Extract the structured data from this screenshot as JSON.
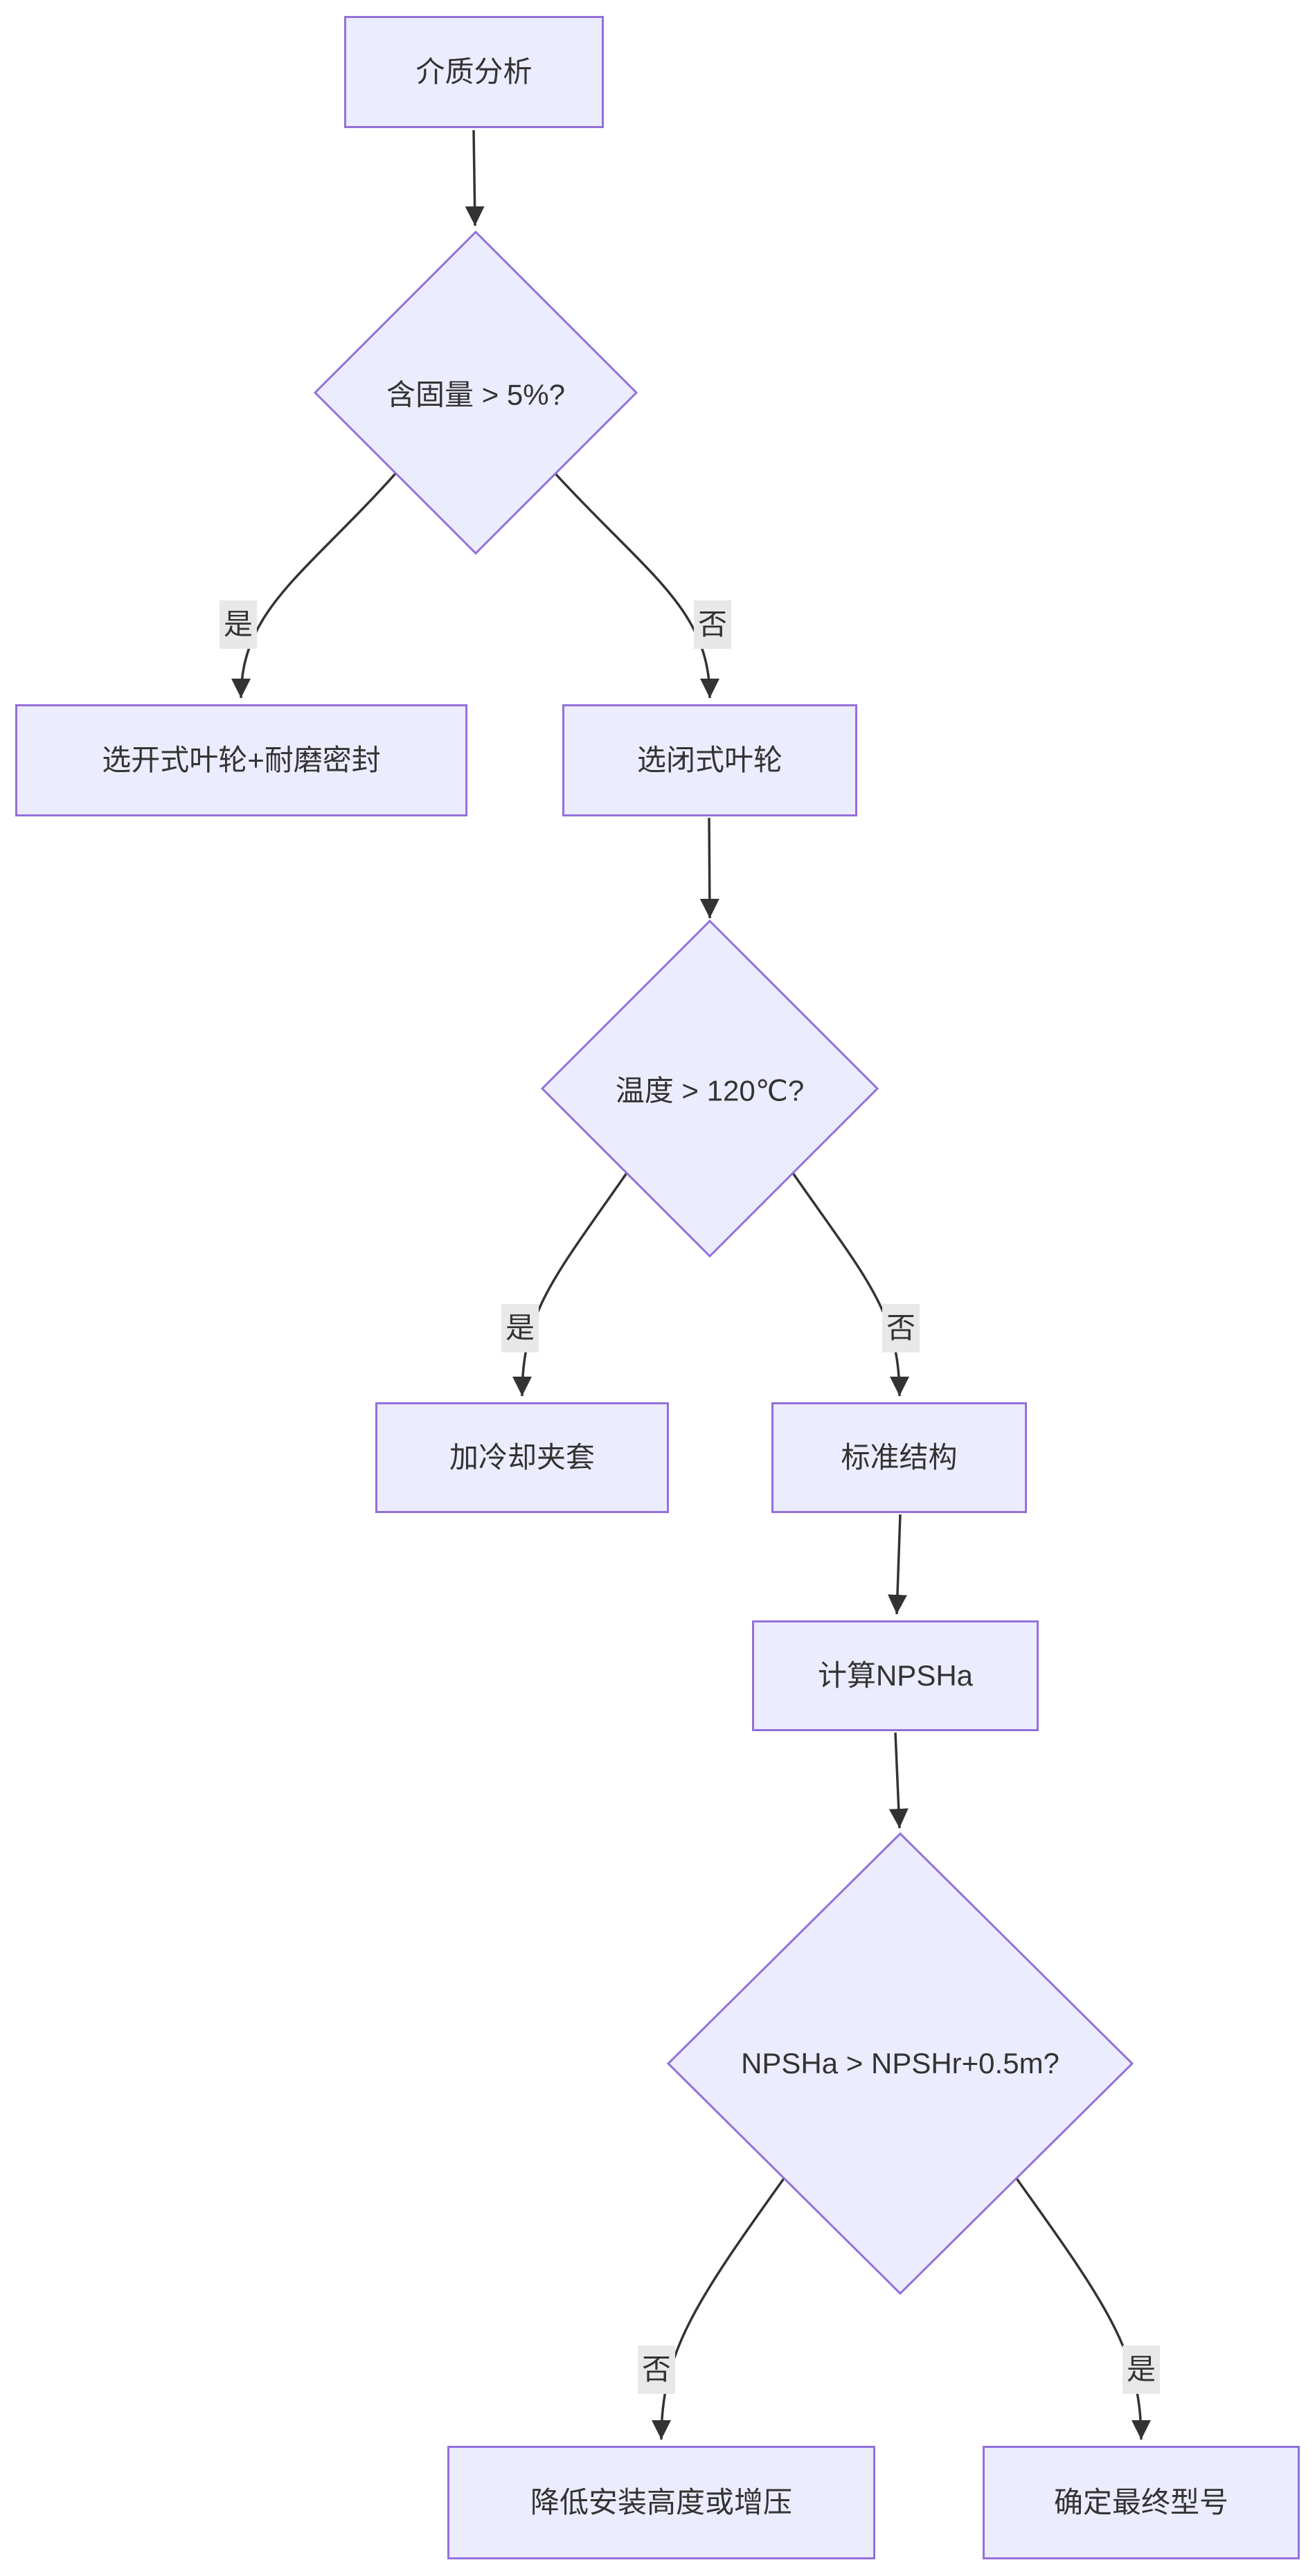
{
  "diagram": {
    "title": "pump-selection-flowchart",
    "colors": {
      "background": "#ffffff",
      "node_fill": "#ECECFF",
      "node_border": "#9370DB",
      "text": "#333333",
      "edge": "#333333",
      "edge_label_bg": "#e8e8e8"
    },
    "nodes": {
      "start": {
        "label": "介质分析"
      },
      "decision_solids": {
        "label": "含固量 > 5%?"
      },
      "open_impeller": {
        "label": "选开式叶轮+耐磨密封"
      },
      "closed_impeller": {
        "label": "选闭式叶轮"
      },
      "decision_temp": {
        "label": "温度 > 120℃?"
      },
      "cooling_jacket": {
        "label": "加冷却夹套"
      },
      "standard_structure": {
        "label": "标准结构"
      },
      "calc_npsha": {
        "label": "计算NPSHa"
      },
      "decision_npsh": {
        "label": "NPSHa > NPSHr+0.5m?"
      },
      "lower_height": {
        "label": "降低安装高度或增压"
      },
      "final_model": {
        "label": "确定最终型号"
      }
    },
    "edge_labels": {
      "solids_yes": "是",
      "solids_no": "否",
      "temp_yes": "是",
      "temp_no": "否",
      "npsh_no": "否",
      "npsh_yes": "是"
    }
  }
}
